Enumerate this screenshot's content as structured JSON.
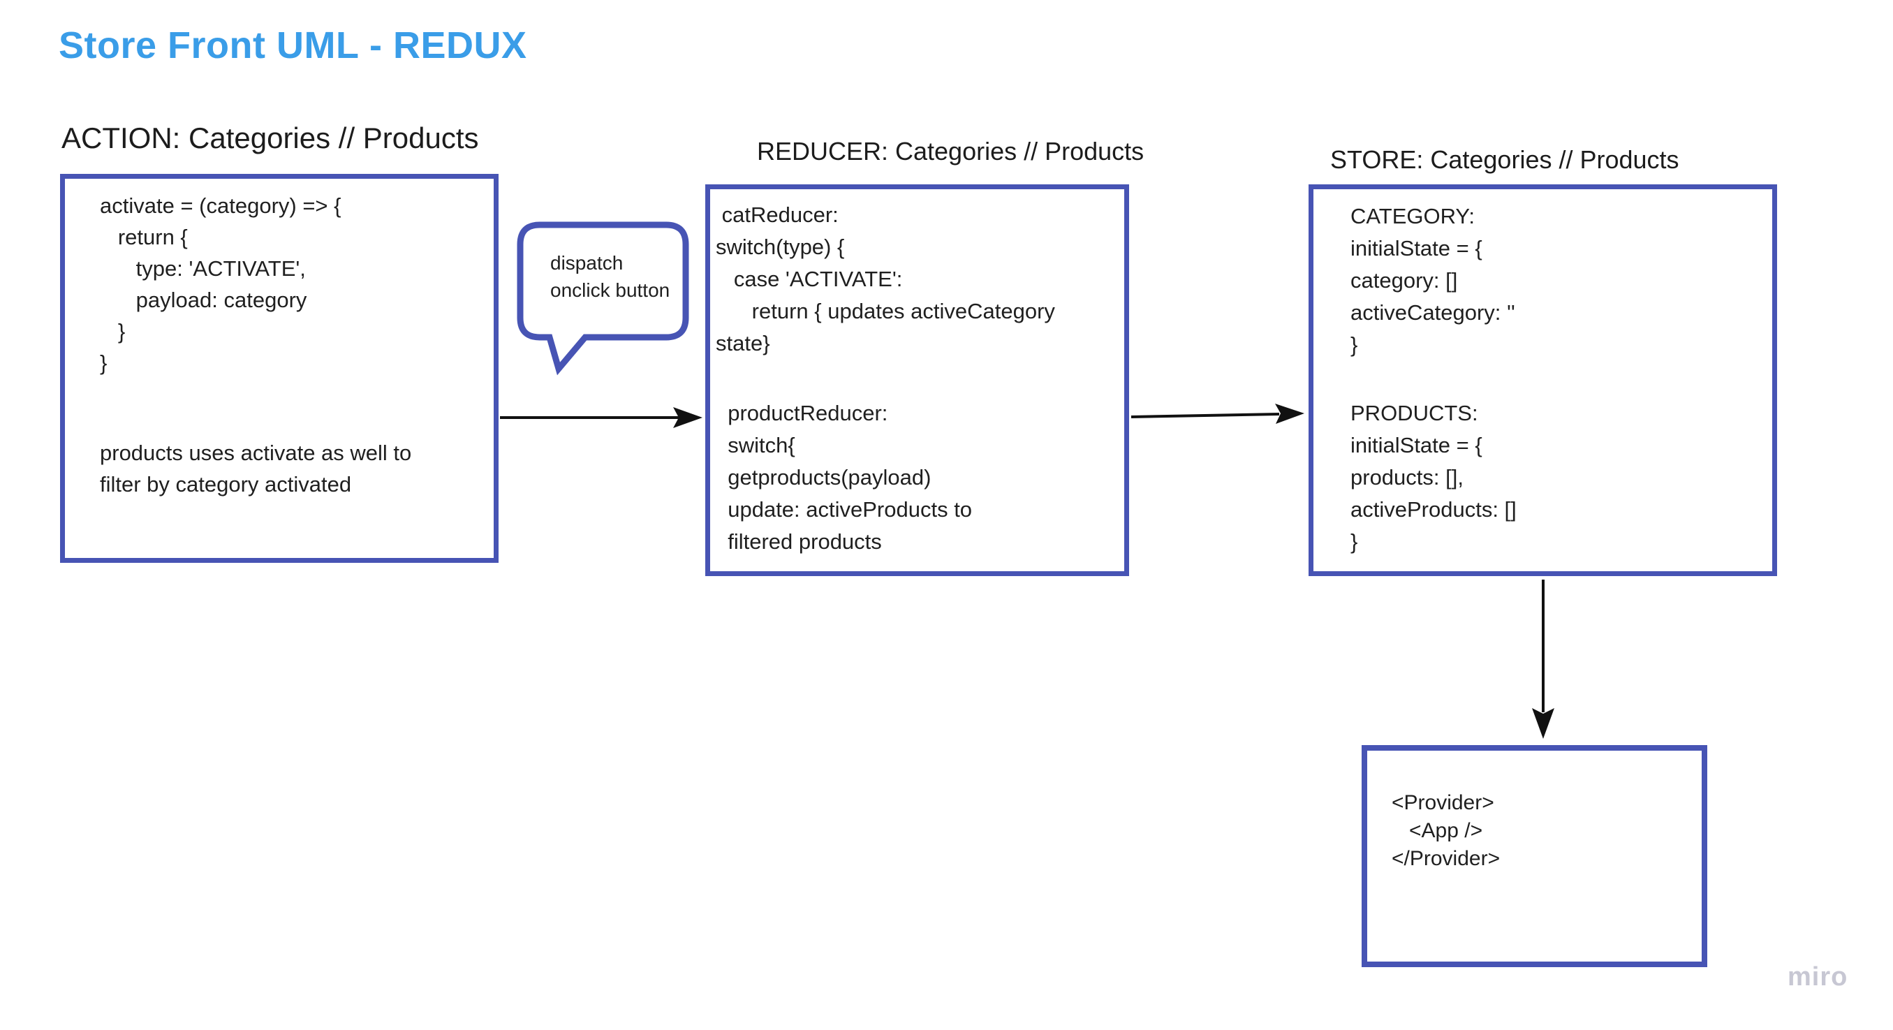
{
  "board": {
    "title": "Store Front UML - REDUX",
    "watermark": "miro"
  },
  "colors": {
    "title_blue": "#3a9de8",
    "shape_border": "#4754b4",
    "arrow": "#111111",
    "text": "#1f1f1f",
    "watermark": "#c7c7d3",
    "background": "#ffffff"
  },
  "action": {
    "header": "ACTION: Categories // Products",
    "code_lines": [
      "activate = (category) => {",
      "   return {",
      "      type: 'ACTIVATE',",
      "      payload: category",
      "   }",
      "}"
    ],
    "note_lines": [
      "products uses activate as well to",
      "filter by category activated"
    ]
  },
  "dispatch_bubble": {
    "lines": [
      "dispatch",
      "onclick button"
    ]
  },
  "reducer": {
    "header": "REDUCER: Categories // Products",
    "cat_reducer_lines": [
      " catReducer:",
      "switch(type) {",
      "   case 'ACTIVATE':",
      "      return { updates activeCategory",
      "state}"
    ],
    "product_reducer_lines": [
      "  productReducer:",
      "  switch{",
      "  getproducts(payload)",
      "  update: activeProducts to",
      "  filtered products"
    ]
  },
  "store": {
    "header": "STORE: Categories // Products",
    "category_lines": [
      "CATEGORY:",
      "initialState = {",
      "category: []",
      "activeCategory: ''",
      "}"
    ],
    "products_lines": [
      "PRODUCTS:",
      "initialState = {",
      "products: [],",
      "activeProducts: []",
      "}"
    ]
  },
  "provider": {
    "code_lines": [
      "<Provider>",
      "   <App />",
      "</Provider>"
    ]
  }
}
